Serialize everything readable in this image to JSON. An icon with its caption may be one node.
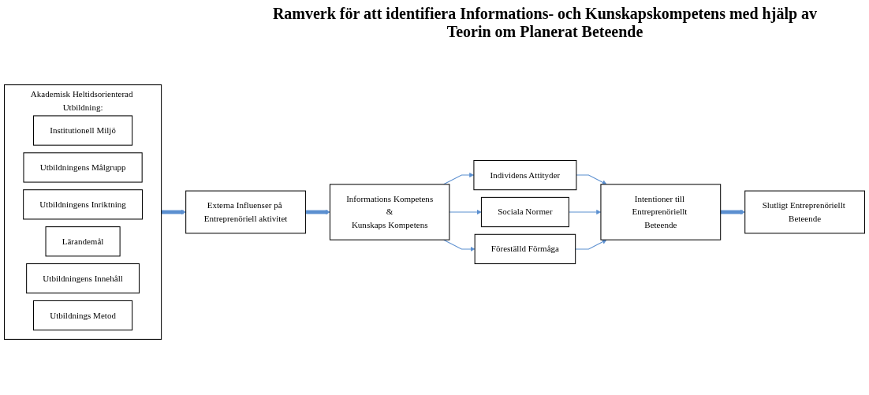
{
  "diagram": {
    "title": "Ramverk för att identifiera Informations- och Kunskapskompetens med hjälp av Teorin om Planerat Beteende",
    "nodes": [
      {
        "text": [
          "Akademisk Heltidsorienterad Utbildning:"
        ]
      },
      {
        "text": [
          "Institutionell Miljö"
        ],
        "in": 0
      },
      {
        "text": [
          "Utbildningens Målgrupp"
        ],
        "in": 0
      },
      {
        "text": [
          "Utbildningens Inriktning"
        ],
        "in": 0
      },
      {
        "text": [
          "Lärandemål"
        ],
        "in": 0
      },
      {
        "text": [
          "Utbildningens Innehåll"
        ],
        "in": 0
      },
      {
        "text": [
          "Utbildnings Metod"
        ],
        "in": 0
      },
      {
        "text": [
          "Externa Influenser på Entreprenöriell aktivitet"
        ]
      },
      {
        "text": [
          "Informations Kompetens",
          "&",
          "Kunskaps Kompetens"
        ]
      },
      {
        "text": [
          "Individens Attityder"
        ]
      },
      {
        "text": [
          "Sociala Normer"
        ]
      },
      {
        "text": [
          "Föreställd Förmåga"
        ]
      },
      {
        "text": [
          "Intentioner till Entreprenöriellt Beteende"
        ]
      },
      {
        "text": [
          "Slutligt Entreprenöriellt Beteende"
        ]
      }
    ],
    "edges": [
      {
        "from": 0,
        "to": 7,
        "arrow": "to",
        "style": "thick"
      },
      {
        "from": 7,
        "to": 8,
        "arrow": "to",
        "style": "thick"
      },
      {
        "from": 8,
        "to": 9,
        "arrow": "to"
      },
      {
        "from": 8,
        "to": 10,
        "arrow": "to"
      },
      {
        "from": 8,
        "to": 11,
        "arrow": "to"
      },
      {
        "from": 9,
        "to": 12,
        "arrow": "to"
      },
      {
        "from": 10,
        "to": 12,
        "arrow": "to"
      },
      {
        "from": 11,
        "to": 12,
        "arrow": "to"
      },
      {
        "from": 12,
        "to": 13,
        "arrow": "to",
        "style": "thick"
      }
    ]
  }
}
